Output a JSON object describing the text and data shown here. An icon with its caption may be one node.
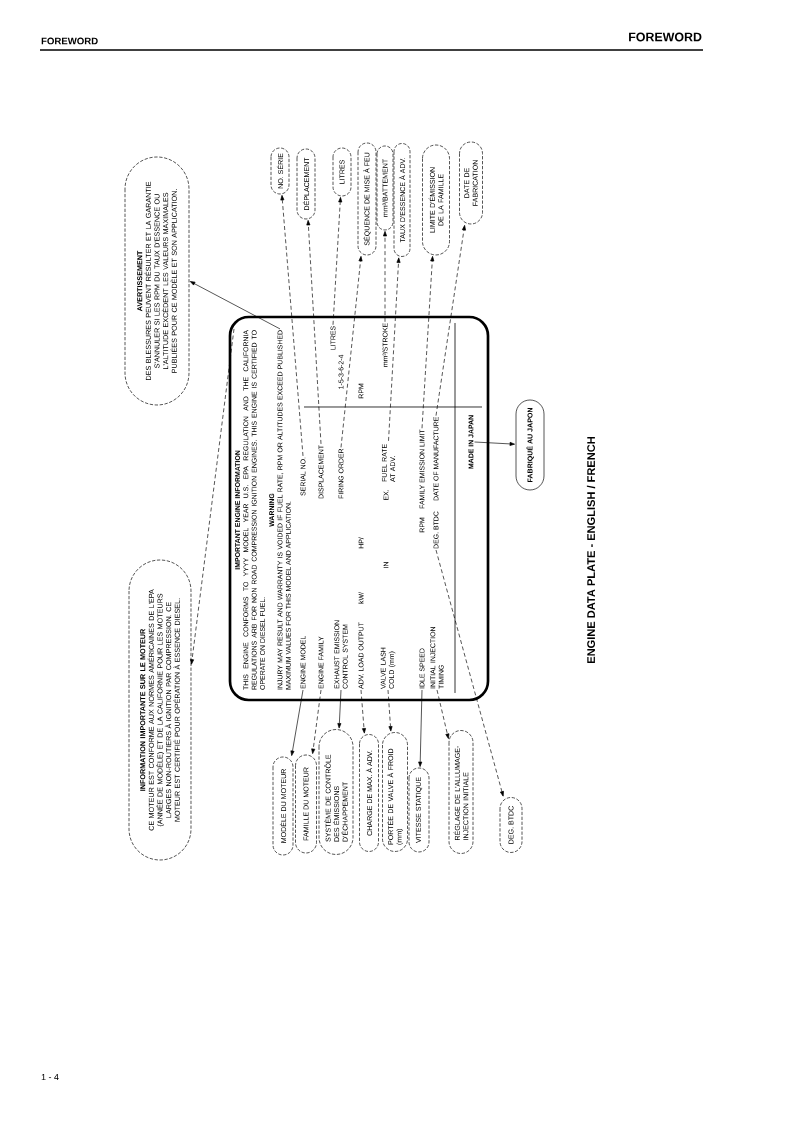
{
  "diagram": {
    "caption": "ENGINE DATA PLATE - ENGLISH / FRENCH",
    "nodes": [
      {
        "text": [
          "AVERTISSEMENT",
          "DES BLESSURES PEUVENT RÉSULTER ET LA GARANTIE S'ANNULER SI LES RPM DU TAUX D'ESSENCE OU L'ALTITUDE EXCÈDENT LES VALEURS MAXIMALES PUBLIÉES POUR CE MODÈLE ET SON APPLICATION."
        ]
      },
      {
        "text": [
          "INFORMATION IMPORTANTE SUR LE MOTEUR",
          "CE MOTEUR EST CONFORME AUX NORMES AMÉRICAINES DE L'EPA (ANNÉE DE MODÈLE) ET DE LA CALIFORNIE POUR LES MOTEURS LARGES NON-ROUTIERS À IGNITION PAR COMPRESSION. CE MOTEUR EST CERTIFIÉ POUR OPÉRATION À ESSENCE DIESEL."
        ]
      },
      {
        "text": [
          "NO. SÉRIE"
        ]
      },
      {
        "text": [
          "DÉPLACEMENT"
        ]
      },
      {
        "text": [
          "LITRES"
        ]
      },
      {
        "text": [
          "SÉQUENCE DE MISE À FEU"
        ]
      },
      {
        "text": [
          "mm³/BATTEMENT"
        ]
      },
      {
        "text": [
          "TAUX D'ESSENCE À ADV."
        ]
      },
      {
        "text": [
          "LIMITE D'ÉMISSION DE LA FAMILLE"
        ]
      },
      {
        "text": [
          "DATE DE FABRICATION"
        ]
      },
      {
        "text": [],
        "shape": "box"
      },
      {
        "text": [
          "IMPORTANT ENGINE INFORMATION",
          "THIS ENGINE CONFORMS TO YYYY MODEL YEAR U.S. EPA REGULATION AND THE CALIFORNIA REGULATIONS ARB FOR NON ROAD COMPRESSION IGNITION ENGINES. THIS ENGINE IS CERTIFIED TO OPERATE ON DIESEL FUEL."
        ],
        "in": 10
      },
      {
        "text": [
          "WARNING",
          "INJURY MAY RESULT AND WARRANTY IS VOIDED IF FUEL RATE, RPM OR ALTITUDES EXCEED PUBLISHED MAXIMUM VALUES FOR THIS MODEL AND APPLICATION."
        ],
        "in": 10
      },
      {
        "text": [
          "ENGINE MODEL"
        ],
        "in": 10
      },
      {
        "text": [
          "SERIAL NO."
        ],
        "in": 10
      },
      {
        "text": [
          "ENGINE FAMILY"
        ],
        "in": 10
      },
      {
        "text": [
          "DISPLACEMENT"
        ],
        "in": 10
      },
      {
        "text": [
          "LITRES"
        ],
        "in": 10
      },
      {
        "text": [
          "EXHAUST EMISSION CONTROL SYSTEM"
        ],
        "in": 10
      },
      {
        "text": [
          "FIRING ORDER"
        ],
        "in": 10
      },
      {
        "text": [
          "ADV. LOAD OUTPUT"
        ],
        "in": 10
      },
      {
        "text": [
          "VALVE LASH COLD (mm)"
        ],
        "in": 10
      },
      {
        "text": [
          "FUEL RATE AT ADV."
        ],
        "in": 10
      },
      {
        "text": [
          "mm³/STROKE"
        ],
        "in": 10
      },
      {
        "text": [
          "IDLE SPEED"
        ],
        "in": 10
      },
      {
        "text": [
          "FAMILY EMISSION LIMIT"
        ],
        "in": 10
      },
      {
        "text": [
          "INITIAL INJECTION TIMING"
        ],
        "in": 10
      },
      {
        "text": [
          "DEG. BTDC"
        ],
        "in": 10
      },
      {
        "text": [
          "DATE OF MANUFACTURE"
        ],
        "in": 10
      },
      {
        "text": [
          "MADE IN JAPAN"
        ],
        "in": 10
      },
      {
        "text": [
          "FABRIQUÉ AU JAPON"
        ]
      },
      {
        "text": [
          "MODÈLE DU MOTEUR"
        ]
      },
      {
        "text": [
          "FAMILLE DU MOTEUR"
        ]
      },
      {
        "text": [
          "SYSTÈME DE CONTRÔLE DES ÉMISSIONS D'ÉCHAPPEMENT"
        ]
      },
      {
        "text": [
          "CHARGE DE MAX. À ADV."
        ]
      },
      {
        "text": [
          "PORTÉE DE VALVE À FROID (mm)"
        ]
      },
      {
        "text": [
          "VITESSE STATIQUE"
        ]
      },
      {
        "text": [
          "RÉGLAGE DE L'ALLUMAGE- INJECTION INITIALE"
        ]
      },
      {
        "text": [
          "DEG. BTDC"
        ]
      }
    ],
    "edges": [
      {
        "from": 12,
        "to": 0,
        "arrow": "to"
      },
      {
        "from": 11,
        "to": 1,
        "arrow": "to",
        "style": "dashed"
      },
      {
        "from": 14,
        "to": 2,
        "arrow": "to",
        "style": "dashed"
      },
      {
        "from": 16,
        "to": 3,
        "arrow": "to",
        "style": "dashed"
      },
      {
        "from": 17,
        "to": 4,
        "arrow": "to",
        "style": "dashed"
      },
      {
        "from": 19,
        "to": 5,
        "arrow": "to",
        "style": "dashed"
      },
      {
        "from": 23,
        "to": 6,
        "arrow": "to",
        "style": "dashed"
      },
      {
        "from": 22,
        "to": 7,
        "arrow": "to",
        "style": "dashed"
      },
      {
        "from": 25,
        "to": 8,
        "arrow": "to",
        "style": "dashed"
      },
      {
        "from": 28,
        "to": 9,
        "arrow": "to",
        "style": "dashed"
      },
      {
        "from": 29,
        "to": 30,
        "arrow": "to"
      },
      {
        "from": 13,
        "to": 31,
        "arrow": "to"
      },
      {
        "from": 15,
        "to": 32,
        "arrow": "to",
        "style": "dashed"
      },
      {
        "from": 18,
        "to": 33,
        "arrow": "to"
      },
      {
        "from": 20,
        "to": 34,
        "arrow": "to",
        "style": "dashed"
      },
      {
        "from": 21,
        "to": 35,
        "arrow": "to",
        "style": "dashed"
      },
      {
        "from": 24,
        "to": 36,
        "arrow": "to"
      },
      {
        "from": 26,
        "to": 37,
        "arrow": "to",
        "style": "dashed"
      },
      {
        "from": 27,
        "to": 38,
        "arrow": "to",
        "style": "dashed"
      }
    ],
    "labels": [
      "FOREWORD",
      "FOREWORD",
      "1-5-3-6-2-4",
      "kW/",
      "HP/",
      "RPM",
      "IN",
      "EX.",
      "RPM",
      "1 - 4"
    ]
  }
}
